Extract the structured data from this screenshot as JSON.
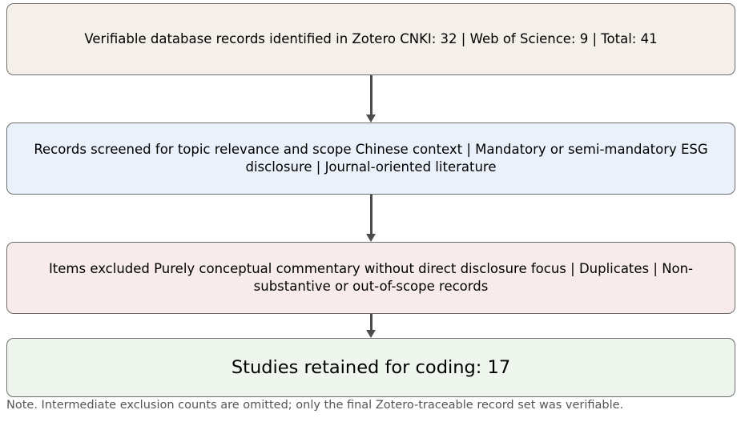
{
  "flow": {
    "identified": {
      "text": "Verifiable database records identified in Zotero CNKI: 32 | Web of Science: 9 | Total: 41",
      "fill": "#f5f0e9"
    },
    "screened": {
      "text": "Records screened for topic relevance and scope Chinese context | Mandatory or semi-mandatory ESG disclosure | Journal-oriented literature",
      "fill": "#eaf1fa"
    },
    "excluded": {
      "text": "Items excluded Purely conceptual commentary without direct disclosure focus | Duplicates | Non-substantive or out-of-scope records",
      "fill": "#f7eceb"
    },
    "retained": {
      "text": "Studies retained for coding: 17",
      "fill": "#eef6ee"
    }
  },
  "note": "Note. Intermediate exclusion counts are omitted; only the final Zotero-traceable record set was verifiable."
}
